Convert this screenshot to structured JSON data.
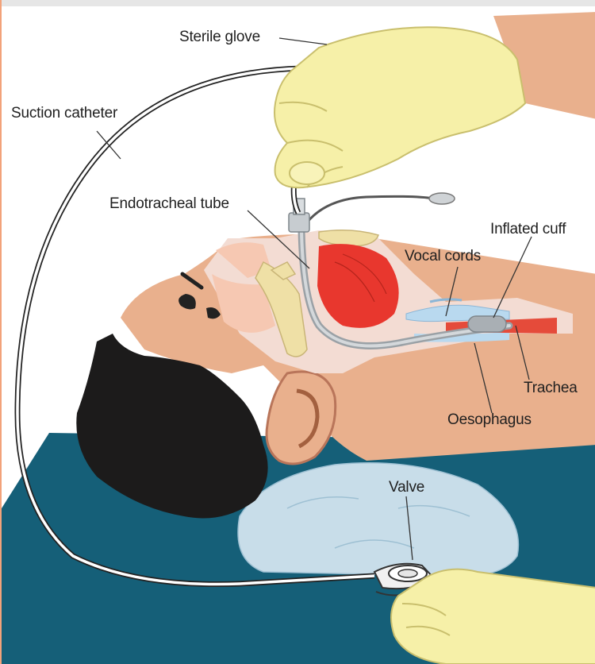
{
  "labels": {
    "sterile_glove": "Sterile glove",
    "suction_catheter": "Suction catheter",
    "endotracheal_tube": "Endotracheal tube",
    "inflated_cuff": "Inflated cuff",
    "vocal_cords": "Vocal cords",
    "trachea": "Trachea",
    "oesophagus": "Oesophagus",
    "valve": "Valve"
  },
  "colors": {
    "skin": "#e9b08d",
    "skin_inner": "#f6c8b2",
    "hair": "#1c1b1b",
    "glove": "#f6f0a8",
    "glove_outline": "#c9bf6d",
    "tongue": "#e8372e",
    "pillow": "#c8dde9",
    "sheet": "#155f78",
    "airway": "#f3dcd3",
    "cartilage": "#efe0a6",
    "tube": "#b9bec2"
  }
}
